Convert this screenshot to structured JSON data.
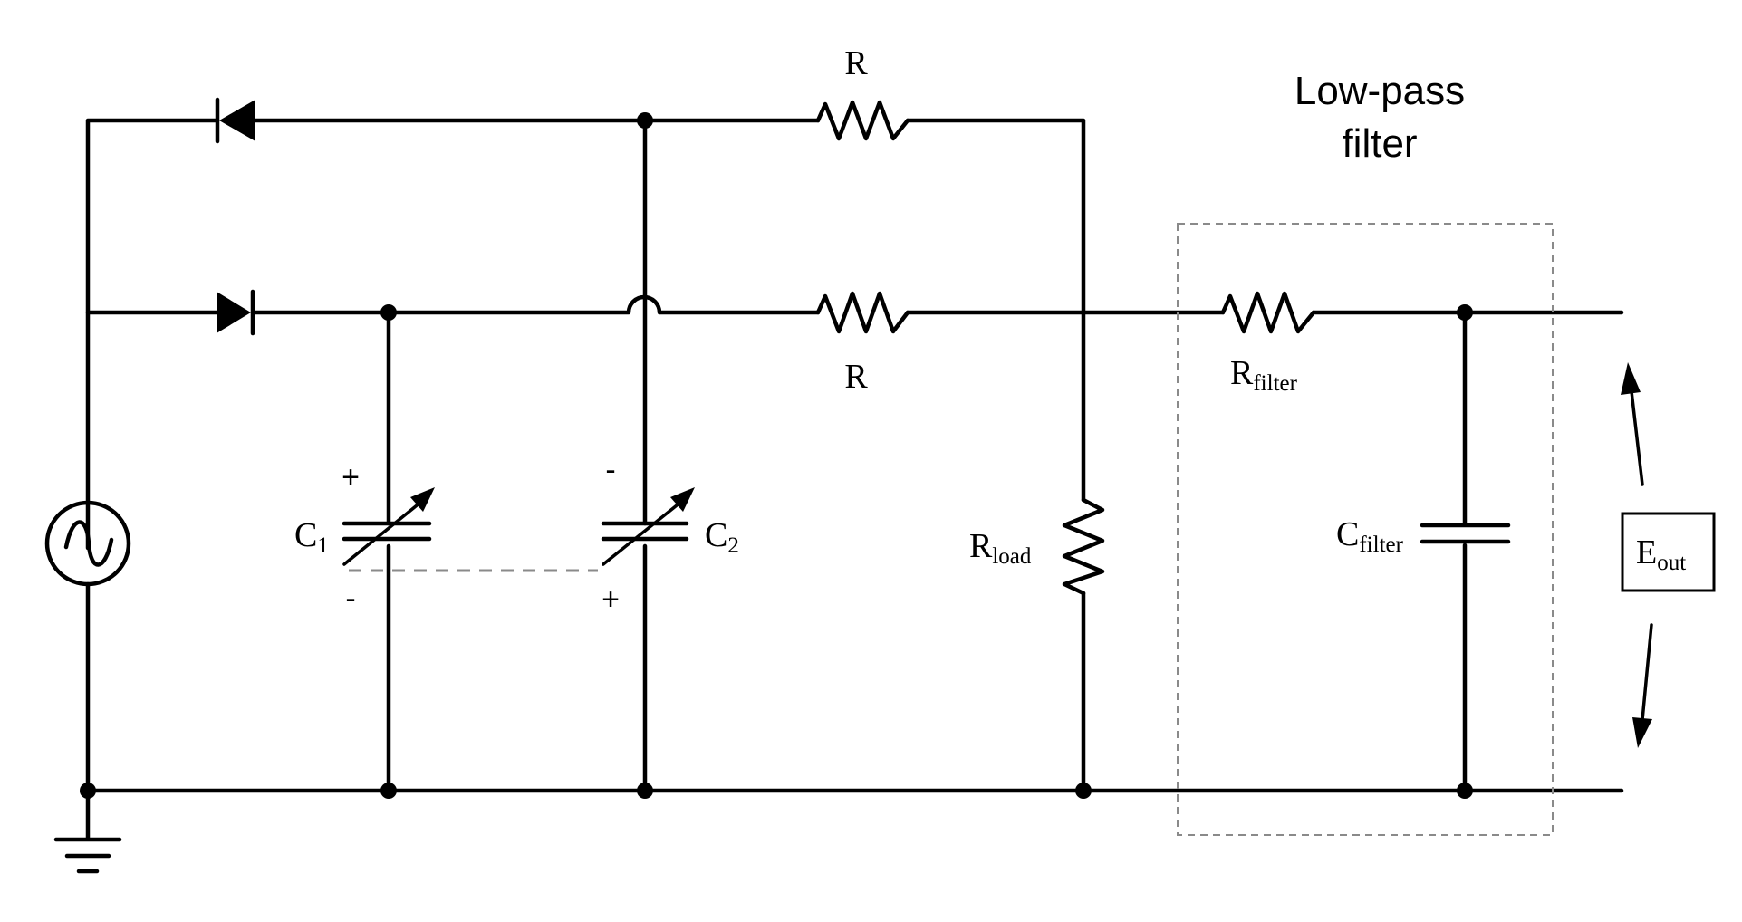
{
  "diagram": {
    "resistor_top_label": "R",
    "resistor_mid_label": "R",
    "filter_title_line1": "Low-pass",
    "filter_title_line2": "filter",
    "r_filter": {
      "main": "R",
      "sub": "filter"
    },
    "c_filter": {
      "main": "C",
      "sub": "filter"
    },
    "r_load": {
      "main": "R",
      "sub": "load"
    },
    "c1": {
      "main": "C",
      "sub": "1",
      "plus": "+",
      "minus": "-"
    },
    "c2": {
      "main": "C",
      "sub": "2",
      "plus": "+",
      "minus": "-"
    },
    "e_out": {
      "main": "E",
      "sub": "out"
    },
    "colors": {
      "wire": "#000000",
      "dashed": "#8a8a8a",
      "background": "#ffffff"
    },
    "icons": [
      "ac-source-icon",
      "diode-icon",
      "resistor-icon",
      "variable-capacitor-icon",
      "capacitor-icon",
      "ground-icon"
    ]
  }
}
